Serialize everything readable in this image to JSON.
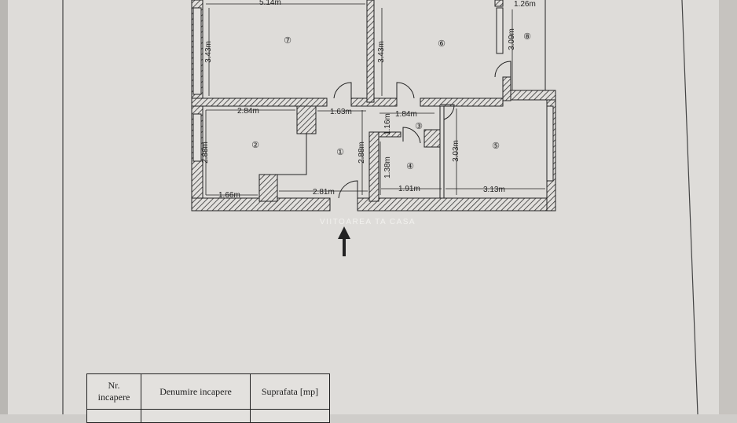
{
  "floor_plan": {
    "rooms": [
      {
        "number": "①"
      },
      {
        "number": "②"
      },
      {
        "number": "③"
      },
      {
        "number": "④"
      },
      {
        "number": "⑤"
      },
      {
        "number": "⑥"
      },
      {
        "number": "⑦"
      },
      {
        "number": "⑧"
      }
    ],
    "dimensions": {
      "room7_width": "5.14m",
      "room7_height": "3.43m",
      "room6_height": "3.43m",
      "room8_width": "1.26m",
      "room8_height": "3.09m",
      "room2_width": "2.84m",
      "room2_height": "2.88m",
      "room2_bottom": "1.66m",
      "room1_width": "1.63m",
      "room1_height": "2.88m",
      "room1_bottom": "2.81m",
      "room3_width": "1.84m",
      "room3_height": "1.16m",
      "room4_height": "1.38m",
      "room4_width": "1.91m",
      "room5_height": "3.03m",
      "room5_width": "3.13m"
    },
    "watermark": "VIITOAREA TA CASA",
    "entrance_arrow": "arrow-up-icon"
  },
  "table": {
    "headers": [
      "Nr. incapere",
      "Denumire incapere",
      "Suprafata [mp]"
    ]
  }
}
